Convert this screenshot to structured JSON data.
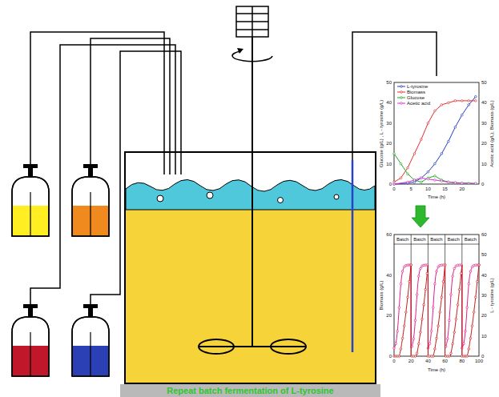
{
  "diagram": {
    "nodes": [
      {
        "text": [
          "Repeat batch fermentation of L-tyrosine"
        ]
      },
      {
        "text": [
          "Glucose (g/L) , L - tyrosine (g/L)",
          "Acetic acid (g/L), Biomass (g/L)",
          "Time (h)",
          "0",
          "10",
          "20",
          "30",
          "40",
          "50",
          "0",
          "10",
          "20",
          "30",
          "40",
          "50",
          "0",
          "5",
          "10",
          "15",
          "20"
        ]
      },
      {
        "text": [
          "Biomass (g/L)",
          "L - tyrosine (g/L)",
          "Time (h)",
          "0",
          "20",
          "40",
          "60",
          "0",
          "10",
          "20",
          "30",
          "40",
          "50",
          "60",
          "0",
          "20",
          "40",
          "60",
          "80",
          "100",
          "Batch",
          "Batch",
          "Batch",
          "Batch",
          "Batch"
        ]
      }
    ],
    "edges": [
      {
        "from": 1,
        "to": 2,
        "arrow": "to"
      }
    ],
    "legend": [
      {
        "text": "L-tyrosine"
      },
      {
        "text": "Biomass"
      },
      {
        "text": "Glucose"
      },
      {
        "text": "Acetic acid"
      }
    ]
  }
}
